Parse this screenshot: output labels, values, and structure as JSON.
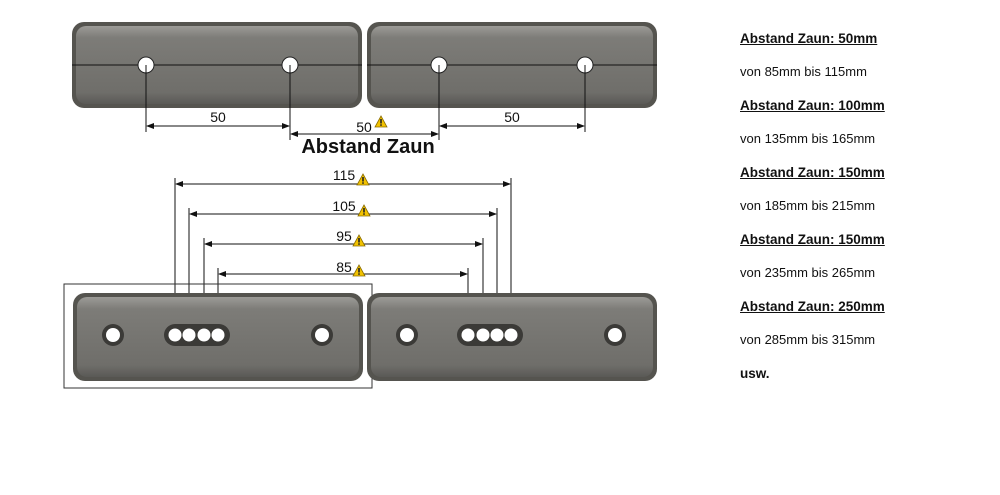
{
  "diagram": {
    "top_dimensions": [
      "50",
      "50",
      "50"
    ],
    "center_label": "Abstand Zaun",
    "bottom_dimensions": [
      "115",
      "105",
      "95",
      "85"
    ],
    "warning_icon": "warning-triangle-icon",
    "plate_color": "#7b7a76"
  },
  "legend": {
    "items": [
      {
        "heading": "Abstand Zaun: 50mm",
        "range": "von 85mm bis 115mm"
      },
      {
        "heading": "Abstand Zaun: 100mm",
        "range": "von 135mm bis 165mm"
      },
      {
        "heading": "Abstand Zaun: 150mm",
        "range": "von 185mm bis 215mm"
      },
      {
        "heading": "Abstand Zaun: 150mm",
        "range": "von 235mm bis 265mm"
      },
      {
        "heading": "Abstand Zaun: 250mm",
        "range": "von 285mm bis 315mm"
      }
    ],
    "etc": "usw."
  }
}
